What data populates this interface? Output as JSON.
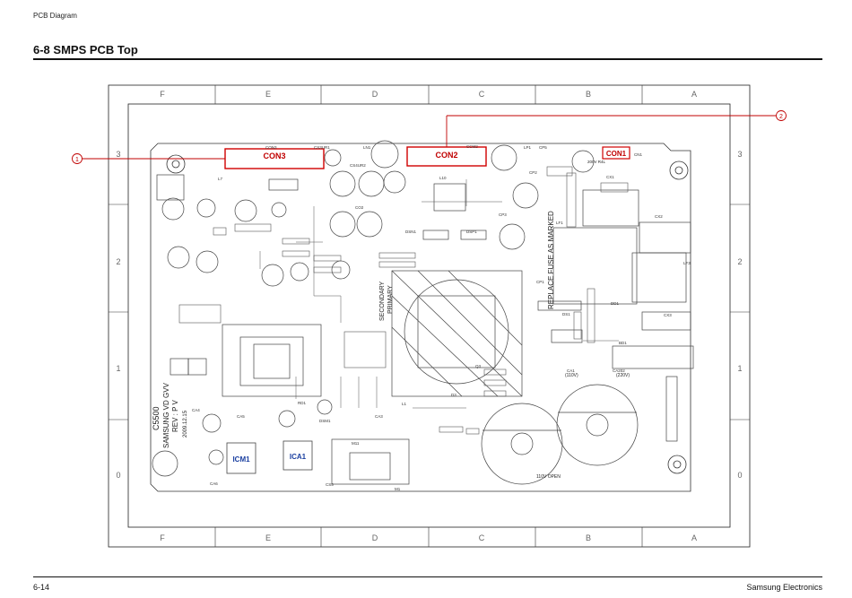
{
  "header": {
    "label": "PCB Diagram"
  },
  "section": {
    "title": "6-8  SMPS PCB Top"
  },
  "footer": {
    "page": "6-14",
    "company": "Samsung Electronics"
  },
  "grid": {
    "columns": [
      "F",
      "E",
      "D",
      "C",
      "B",
      "A"
    ],
    "rows": [
      "3",
      "2",
      "1",
      "0"
    ]
  },
  "callouts": [
    {
      "num": "1",
      "connector": "CON3"
    },
    {
      "num": "2",
      "connector": "CON2"
    }
  ],
  "connectors": {
    "con1": "CON1",
    "con2": "CON2",
    "con3": "CON3"
  },
  "chips": {
    "icm1": "ICM1",
    "ica1": "ICA1"
  },
  "silkscreen": {
    "model": "C5500",
    "maker": "SAMSUNG VD GVV",
    "rev": "REV : P V",
    "date": "2009.12.15",
    "secondary": "SECONDARY",
    "primary": "PRIMARY",
    "fuse": "REPLACE FUSE AS MARKED",
    "v110": "(110V)",
    "v220": "(220V)",
    "v110open": "110V OPEN",
    "rev_date_small": "200V R4L"
  },
  "parts": {
    "con3_top": "CON3",
    "cs3": "CS3UR1",
    "ln1": "LN1",
    "l10": "L10",
    "cs4": "CS4UR2",
    "co2": "CO2",
    "ccm2": "CCM2",
    "lp1": "LP1",
    "cp5": "CP5",
    "cp3": "CP3",
    "cp2": "CP2",
    "cp1": "CP1",
    "ca1": "CA1",
    "cx1": "CX1",
    "cx2": "CX2",
    "cx3": "CX3",
    "lf1": "LF1",
    "lf3": "LF3",
    "ds1": "DS1",
    "d01": "DD1",
    "bd1": "BD1",
    "ca202": "CA202",
    "l1": "L1",
    "d3": "D3",
    "q3": "Q3",
    "dsm1": "DSM1",
    "rd1": "RD1",
    "ca3": "CA3",
    "ca4": "CA4",
    "ca5": "CA5",
    "ca6": "CA6",
    "l7": "L7",
    "m1": "M1",
    "cs5": "CS5",
    "dsn1": "DSN1",
    "dsp1": "DSP1",
    "m11": "M11",
    "cn1": "CN1"
  }
}
